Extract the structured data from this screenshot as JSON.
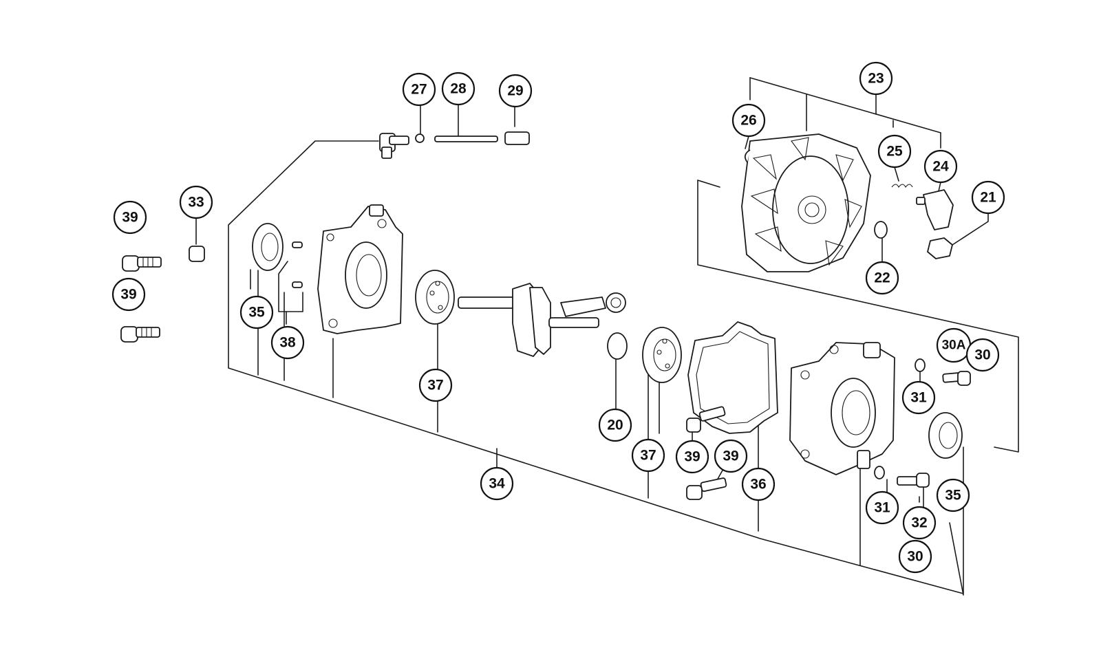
{
  "diagram": {
    "type": "exploded-parts-diagram",
    "line_color": "#1a1a1a",
    "callouts": [
      {
        "id": "c27",
        "label": "27"
      },
      {
        "id": "c28",
        "label": "28"
      },
      {
        "id": "c29",
        "label": "29"
      },
      {
        "id": "c23",
        "label": "23"
      },
      {
        "id": "c26",
        "label": "26"
      },
      {
        "id": "c25",
        "label": "25"
      },
      {
        "id": "c24",
        "label": "24"
      },
      {
        "id": "c21",
        "label": "21"
      },
      {
        "id": "c22",
        "label": "22"
      },
      {
        "id": "c33",
        "label": "33"
      },
      {
        "id": "c39a",
        "label": "39"
      },
      {
        "id": "c39b",
        "label": "39"
      },
      {
        "id": "c35a",
        "label": "35"
      },
      {
        "id": "c38",
        "label": "38"
      },
      {
        "id": "c37a",
        "label": "37"
      },
      {
        "id": "c20",
        "label": "20"
      },
      {
        "id": "c37b",
        "label": "37"
      },
      {
        "id": "c39c",
        "label": "39"
      },
      {
        "id": "c39d",
        "label": "39"
      },
      {
        "id": "c36",
        "label": "36"
      },
      {
        "id": "c34",
        "label": "34"
      },
      {
        "id": "c30a",
        "label": "30A"
      },
      {
        "id": "c30b",
        "label": "30"
      },
      {
        "id": "c31a",
        "label": "31"
      },
      {
        "id": "c31b",
        "label": "31"
      },
      {
        "id": "c32",
        "label": "32"
      },
      {
        "id": "c30c",
        "label": "30"
      },
      {
        "id": "c35b",
        "label": "35"
      }
    ]
  }
}
